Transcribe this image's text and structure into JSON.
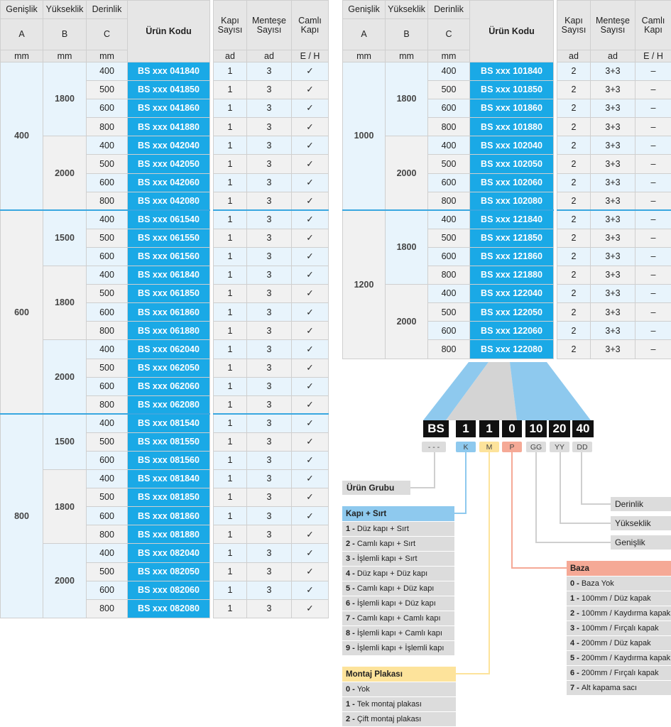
{
  "headers": {
    "width": "Genişlik",
    "height": "Yükseklik",
    "depth": "Derinlik",
    "a": "A",
    "b": "B",
    "c": "C",
    "mm": "mm",
    "code": "Ürün Kodu",
    "door_count": "Kapı Sayısı",
    "hinge_count": "Menteşe Sayısı",
    "glass_door": "Camlı Kapı",
    "ad": "ad",
    "eh": "E / H"
  },
  "left_table": [
    {
      "width": "400",
      "groups": [
        {
          "height": "1800",
          "rows": [
            {
              "depth": "400",
              "code": "BS xxx 041840",
              "doors": "1",
              "hinges": "3",
              "glass": "✓"
            },
            {
              "depth": "500",
              "code": "BS xxx 041850",
              "doors": "1",
              "hinges": "3",
              "glass": "✓"
            },
            {
              "depth": "600",
              "code": "BS xxx 041860",
              "doors": "1",
              "hinges": "3",
              "glass": "✓"
            },
            {
              "depth": "800",
              "code": "BS xxx 041880",
              "doors": "1",
              "hinges": "3",
              "glass": "✓"
            }
          ]
        },
        {
          "height": "2000",
          "rows": [
            {
              "depth": "400",
              "code": "BS xxx 042040",
              "doors": "1",
              "hinges": "3",
              "glass": "✓"
            },
            {
              "depth": "500",
              "code": "BS xxx 042050",
              "doors": "1",
              "hinges": "3",
              "glass": "✓"
            },
            {
              "depth": "600",
              "code": "BS xxx 042060",
              "doors": "1",
              "hinges": "3",
              "glass": "✓"
            },
            {
              "depth": "800",
              "code": "BS xxx 042080",
              "doors": "1",
              "hinges": "3",
              "glass": "✓"
            }
          ]
        }
      ]
    },
    {
      "width": "600",
      "groups": [
        {
          "height": "1500",
          "rows": [
            {
              "depth": "400",
              "code": "BS xxx 061540",
              "doors": "1",
              "hinges": "3",
              "glass": "✓"
            },
            {
              "depth": "500",
              "code": "BS xxx 061550",
              "doors": "1",
              "hinges": "3",
              "glass": "✓"
            },
            {
              "depth": "600",
              "code": "BS xxx 061560",
              "doors": "1",
              "hinges": "3",
              "glass": "✓"
            }
          ]
        },
        {
          "height": "1800",
          "rows": [
            {
              "depth": "400",
              "code": "BS xxx 061840",
              "doors": "1",
              "hinges": "3",
              "glass": "✓"
            },
            {
              "depth": "500",
              "code": "BS xxx 061850",
              "doors": "1",
              "hinges": "3",
              "glass": "✓"
            },
            {
              "depth": "600",
              "code": "BS xxx 061860",
              "doors": "1",
              "hinges": "3",
              "glass": "✓"
            },
            {
              "depth": "800",
              "code": "BS xxx 061880",
              "doors": "1",
              "hinges": "3",
              "glass": "✓"
            }
          ]
        },
        {
          "height": "2000",
          "rows": [
            {
              "depth": "400",
              "code": "BS xxx 062040",
              "doors": "1",
              "hinges": "3",
              "glass": "✓"
            },
            {
              "depth": "500",
              "code": "BS xxx 062050",
              "doors": "1",
              "hinges": "3",
              "glass": "✓"
            },
            {
              "depth": "600",
              "code": "BS xxx 062060",
              "doors": "1",
              "hinges": "3",
              "glass": "✓"
            },
            {
              "depth": "800",
              "code": "BS xxx 062080",
              "doors": "1",
              "hinges": "3",
              "glass": "✓"
            }
          ]
        }
      ]
    },
    {
      "width": "800",
      "groups": [
        {
          "height": "1500",
          "rows": [
            {
              "depth": "400",
              "code": "BS xxx 081540",
              "doors": "1",
              "hinges": "3",
              "glass": "✓"
            },
            {
              "depth": "500",
              "code": "BS xxx 081550",
              "doors": "1",
              "hinges": "3",
              "glass": "✓"
            },
            {
              "depth": "600",
              "code": "BS xxx 081560",
              "doors": "1",
              "hinges": "3",
              "glass": "✓"
            }
          ]
        },
        {
          "height": "1800",
          "rows": [
            {
              "depth": "400",
              "code": "BS xxx 081840",
              "doors": "1",
              "hinges": "3",
              "glass": "✓"
            },
            {
              "depth": "500",
              "code": "BS xxx 081850",
              "doors": "1",
              "hinges": "3",
              "glass": "✓"
            },
            {
              "depth": "600",
              "code": "BS xxx 081860",
              "doors": "1",
              "hinges": "3",
              "glass": "✓"
            },
            {
              "depth": "800",
              "code": "BS xxx 081880",
              "doors": "1",
              "hinges": "3",
              "glass": "✓"
            }
          ]
        },
        {
          "height": "2000",
          "rows": [
            {
              "depth": "400",
              "code": "BS xxx 082040",
              "doors": "1",
              "hinges": "3",
              "glass": "✓"
            },
            {
              "depth": "500",
              "code": "BS xxx 082050",
              "doors": "1",
              "hinges": "3",
              "glass": "✓"
            },
            {
              "depth": "600",
              "code": "BS xxx 082060",
              "doors": "1",
              "hinges": "3",
              "glass": "✓"
            },
            {
              "depth": "800",
              "code": "BS xxx 082080",
              "doors": "1",
              "hinges": "3",
              "glass": "✓"
            }
          ]
        }
      ]
    }
  ],
  "right_table": [
    {
      "width": "1000",
      "groups": [
        {
          "height": "1800",
          "rows": [
            {
              "depth": "400",
              "code": "BS xxx 101840",
              "doors": "2",
              "hinges": "3+3",
              "glass": "–"
            },
            {
              "depth": "500",
              "code": "BS xxx 101850",
              "doors": "2",
              "hinges": "3+3",
              "glass": "–"
            },
            {
              "depth": "600",
              "code": "BS xxx 101860",
              "doors": "2",
              "hinges": "3+3",
              "glass": "–"
            },
            {
              "depth": "800",
              "code": "BS xxx 101880",
              "doors": "2",
              "hinges": "3+3",
              "glass": "–"
            }
          ]
        },
        {
          "height": "2000",
          "rows": [
            {
              "depth": "400",
              "code": "BS xxx 102040",
              "doors": "2",
              "hinges": "3+3",
              "glass": "–"
            },
            {
              "depth": "500",
              "code": "BS xxx 102050",
              "doors": "2",
              "hinges": "3+3",
              "glass": "–"
            },
            {
              "depth": "600",
              "code": "BS xxx 102060",
              "doors": "2",
              "hinges": "3+3",
              "glass": "–"
            },
            {
              "depth": "800",
              "code": "BS xxx 102080",
              "doors": "2",
              "hinges": "3+3",
              "glass": "–"
            }
          ]
        }
      ]
    },
    {
      "width": "1200",
      "groups": [
        {
          "height": "1800",
          "rows": [
            {
              "depth": "400",
              "code": "BS xxx 121840",
              "doors": "2",
              "hinges": "3+3",
              "glass": "–"
            },
            {
              "depth": "500",
              "code": "BS xxx 121850",
              "doors": "2",
              "hinges": "3+3",
              "glass": "–"
            },
            {
              "depth": "600",
              "code": "BS xxx 121860",
              "doors": "2",
              "hinges": "3+3",
              "glass": "–"
            },
            {
              "depth": "800",
              "code": "BS xxx 121880",
              "doors": "2",
              "hinges": "3+3",
              "glass": "–"
            }
          ]
        },
        {
          "height": "2000",
          "rows": [
            {
              "depth": "400",
              "code": "BS xxx 122040",
              "doors": "2",
              "hinges": "3+3",
              "glass": "–"
            },
            {
              "depth": "500",
              "code": "BS xxx 122050",
              "doors": "2",
              "hinges": "3+3",
              "glass": "–"
            },
            {
              "depth": "600",
              "code": "BS xxx 122060",
              "doors": "2",
              "hinges": "3+3",
              "glass": "–"
            },
            {
              "depth": "800",
              "code": "BS xxx 122080",
              "doors": "2",
              "hinges": "3+3",
              "glass": "–"
            }
          ]
        }
      ]
    }
  ],
  "code_diagram": {
    "boxes": [
      "BS",
      "1",
      "1",
      "0",
      "10",
      "20",
      "40"
    ],
    "tags": [
      "- - -",
      "K",
      "M",
      "P",
      "GG",
      "YY",
      "DD"
    ]
  },
  "labels": {
    "product_group": "Ürün Grubu",
    "depth": "Derinlik",
    "height": "Yükseklik",
    "width": "Genişlik"
  },
  "legend_door": {
    "title": "Kapı + Sırt",
    "items": [
      {
        "key": "1 -",
        "text": "Düz kapı + Sırt"
      },
      {
        "key": "2 -",
        "text": "Camlı kapı + Sırt"
      },
      {
        "key": "3 -",
        "text": "İşlemli kapı + Sırt"
      },
      {
        "key": "4 -",
        "text": "Düz kapı + Düz kapı"
      },
      {
        "key": "5 -",
        "text": "Camlı kapı + Düz kapı"
      },
      {
        "key": "6 -",
        "text": "İşlemli kapı + Düz kapı"
      },
      {
        "key": "7 -",
        "text": "Camlı kapı + Camlı kapı"
      },
      {
        "key": "8 -",
        "text": "İşlemli kapı + Camlı kapı"
      },
      {
        "key": "9 -",
        "text": "İşlemli kapı + İşlemli kapı"
      }
    ]
  },
  "legend_mount": {
    "title": "Montaj Plakası",
    "items": [
      {
        "key": "0 -",
        "text": "Yok"
      },
      {
        "key": "1 -",
        "text": "Tek montaj plakası"
      },
      {
        "key": "2 -",
        "text": "Çift montaj plakası"
      }
    ]
  },
  "legend_base": {
    "title": "Baza",
    "items": [
      {
        "key": "0 -",
        "text": "Baza Yok"
      },
      {
        "key": "1 -",
        "text": "100mm / Düz kapak"
      },
      {
        "key": "2 -",
        "text": "100mm / Kaydırma kapak"
      },
      {
        "key": "3 -",
        "text": "100mm / Fırçalı kapak"
      },
      {
        "key": "4 -",
        "text": "200mm / Düz kapak"
      },
      {
        "key": "5 -",
        "text": "200mm / Kaydırma kapak"
      },
      {
        "key": "6 -",
        "text": "200mm / Fırçalı kapak"
      },
      {
        "key": "7 -",
        "text": "Alt kapama sacı"
      }
    ]
  },
  "colors": {
    "code_blue": "#1aa9e6",
    "light_blue": "#8ec9ee",
    "yellow": "#fde39b",
    "salmon": "#f5a996",
    "separator_blue": "#39a7e0"
  }
}
